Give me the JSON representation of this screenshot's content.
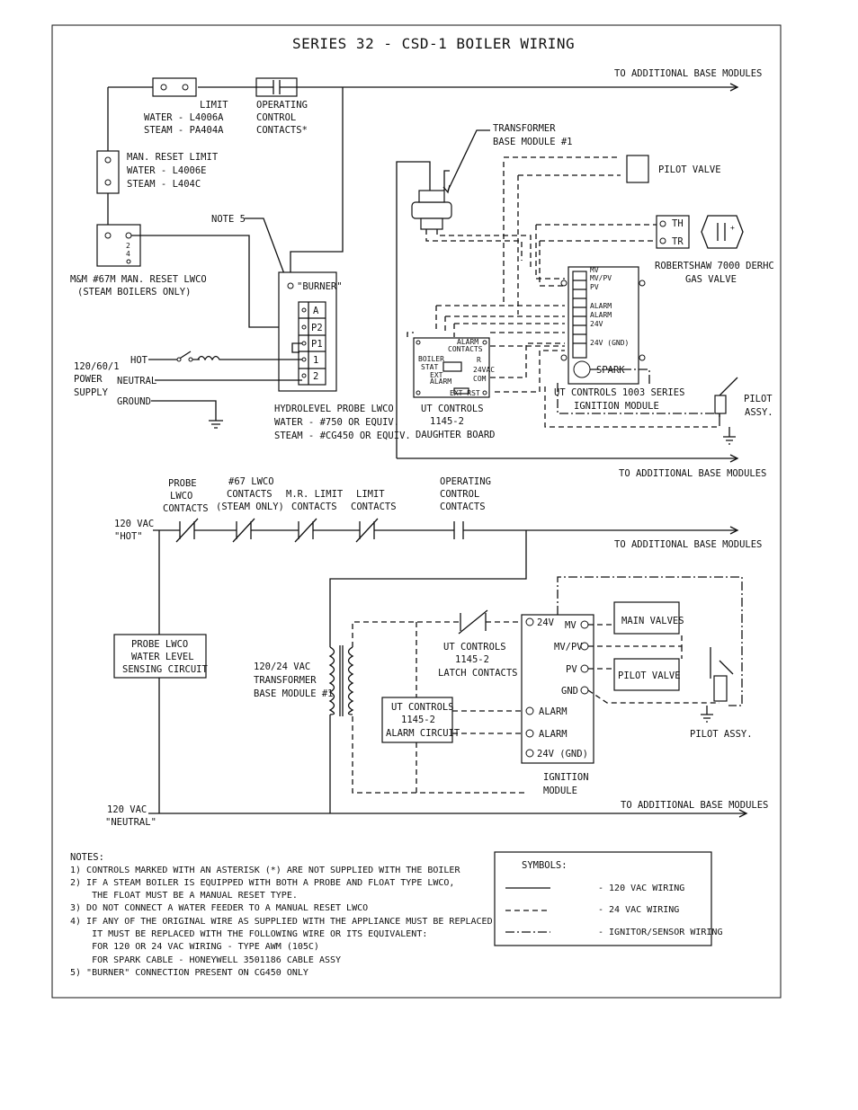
{
  "title": "SERIES 32 - CSD-1 BOILER WIRING",
  "to_additional": "TO ADDITIONAL BASE MODULES",
  "top": {
    "limit": [
      "LIMIT",
      "WATER - L4006A",
      "STEAM - PA404A"
    ],
    "operating": [
      "OPERATING",
      "CONTROL",
      "CONTACTS*"
    ],
    "man_reset": [
      "MAN. RESET LIMIT",
      "WATER - L4006E",
      "STEAM - L404C"
    ],
    "note5": "NOTE 5",
    "lwco": [
      "M&M #67M MAN. RESET LWCO",
      "(STEAM BOILERS ONLY)"
    ],
    "burner": "\"BURNER\"",
    "terminals": [
      "A",
      "P2",
      "P1",
      "1",
      "2"
    ],
    "hydrolevel": [
      "HYDROLEVEL PROBE LWCO",
      "WATER - #750 OR EQUIV.",
      "STEAM - #CG450 OR EQUIV."
    ],
    "hot": "HOT",
    "neutral": "NEUTRAL",
    "ground": "GROUND",
    "power": [
      "120/60/1",
      "POWER",
      "SUPPLY"
    ],
    "transformer": [
      "TRANSFORMER",
      "BASE MODULE #1"
    ],
    "pilot_valve": "PILOT VALVE",
    "th": "TH",
    "tr": "TR",
    "gas_valve": [
      "ROBERTSHAW 7000 DERHC",
      "GAS VALVE"
    ],
    "module_pins": [
      "MV",
      "MV/PV",
      "PV",
      "ALARM",
      "ALARM",
      "24V",
      "24V (GND)"
    ],
    "spark": "SPARK",
    "ignition": [
      "UT CONTROLS 1003 SERIES",
      "IGNITION MODULE"
    ],
    "pilot_assy": [
      "PILOT",
      "ASSY."
    ],
    "daughter_small": [
      "BOILER",
      "STAT",
      "EXT",
      "ALARM",
      "ALARM",
      "CONTACTS",
      "R",
      "24VAC",
      "COM",
      "EXT RST"
    ],
    "daughter": [
      "UT CONTROLS",
      "1145-2",
      "DAUGHTER BOARD"
    ]
  },
  "ladder": {
    "contacts": [
      [
        "PROBE",
        "LWCO",
        "CONTACTS"
      ],
      [
        "#67 LWCO",
        "CONTACTS",
        "(STEAM ONLY)"
      ],
      [
        "M.R. LIMIT",
        "CONTACTS"
      ],
      [
        "LIMIT",
        "CONTACTS"
      ],
      [
        "OPERATING",
        "CONTROL",
        "CONTACTS"
      ]
    ],
    "hot": [
      "120 VAC",
      "\"HOT\""
    ],
    "neutral": [
      "120 VAC",
      "\"NEUTRAL\""
    ],
    "probe_circuit": [
      "PROBE LWCO",
      "WATER LEVEL",
      "SENSING CIRCUIT"
    ],
    "transformer": [
      "120/24 VAC",
      "TRANSFORMER",
      "BASE MODULE #1"
    ],
    "latch": [
      "UT CONTROLS",
      "1145-2",
      "LATCH CONTACTS"
    ],
    "alarm_circuit": [
      "UT CONTROLS",
      "1145-2",
      "ALARM CIRCUIT"
    ],
    "module_left": [
      "24V",
      "ALARM",
      "ALARM",
      "24V (GND)"
    ],
    "module_right": [
      "MV",
      "MV/PV",
      "PV",
      "GND"
    ],
    "ignition_module": [
      "IGNITION",
      "MODULE"
    ],
    "main_valves": "MAIN VALVES",
    "pilot_valve": "PILOT VALVE",
    "pilot_assy": "PILOT ASSY."
  },
  "notes": {
    "heading": "NOTES:",
    "lines": [
      "1)  CONTROLS MARKED WITH AN ASTERISK (*) ARE NOT SUPPLIED WITH THE BOILER",
      "2)  IF A STEAM BOILER IS EQUIPPED WITH BOTH A PROBE AND FLOAT TYPE LWCO,",
      "    THE FLOAT MUST BE A MANUAL RESET TYPE.",
      "3)  DO NOT CONNECT A WATER FEEDER TO A MANUAL RESET LWCO",
      "4)  IF ANY OF THE ORIGINAL WIRE AS SUPPLIED WITH THE APPLIANCE MUST BE REPLACED,",
      "    IT MUST BE REPLACED WITH THE FOLLOWING WIRE OR ITS EQUIVALENT:",
      "    FOR 120 OR 24 VAC WIRING - TYPE AWM (105C)",
      "    FOR SPARK CABLE - HONEYWELL 3501186 CABLE ASSY",
      "5)  \"BURNER\" CONNECTION PRESENT ON CG450 ONLY"
    ]
  },
  "symbols": {
    "heading": "SYMBOLS:",
    "items": [
      "- 120 VAC WIRING",
      "- 24 VAC WIRING",
      "- IGNITOR/SENSOR WIRING"
    ]
  }
}
